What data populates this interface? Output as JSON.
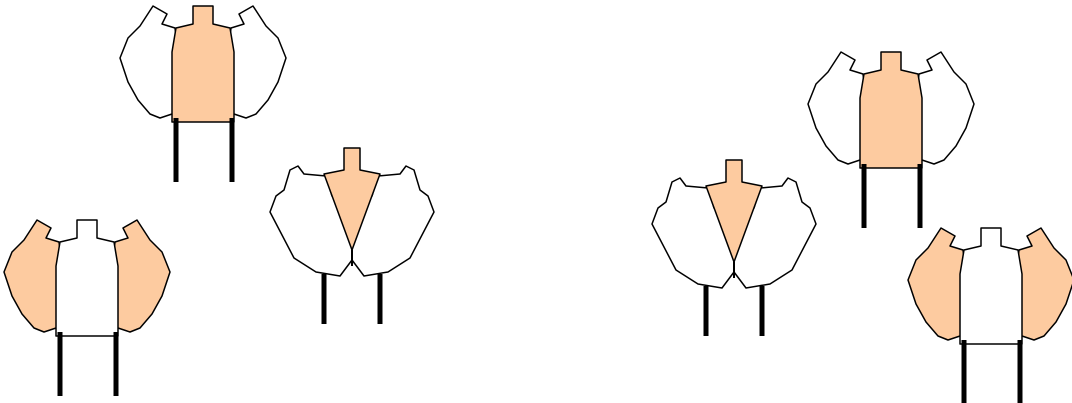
{
  "colors": {
    "shoot_fill": "#fdcba0",
    "no_shoot_fill": "#ffffff",
    "outline": "#000000",
    "background": "#ffffff"
  },
  "arrays": [
    {
      "id": "array-a",
      "shoot": "center"
    },
    {
      "id": "array-b",
      "shoot": "center"
    },
    {
      "id": "array-c",
      "shoot": "sides"
    },
    {
      "id": "array-d",
      "shoot": "center"
    },
    {
      "id": "array-e",
      "shoot": "center"
    },
    {
      "id": "array-f",
      "shoot": "sides"
    }
  ]
}
